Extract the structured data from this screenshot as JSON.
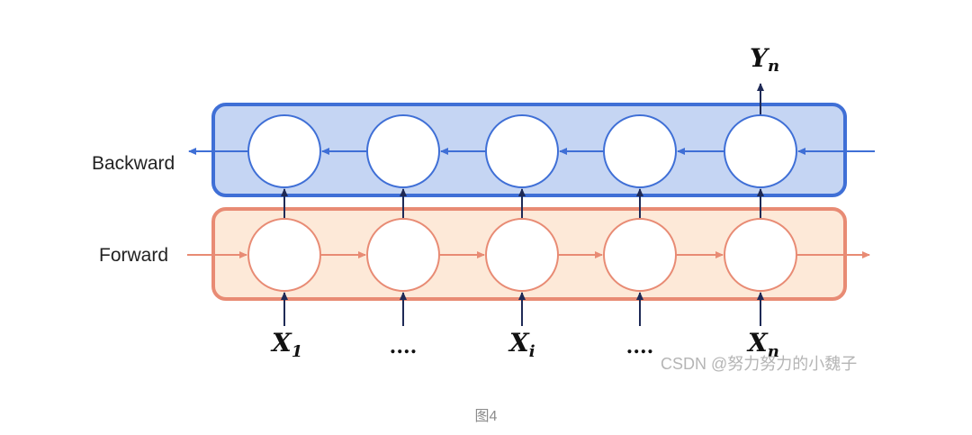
{
  "diagram": {
    "backward_label": "Backward",
    "forward_label": "Forward",
    "output": {
      "main": "Y",
      "sub": "n"
    },
    "inputs": [
      {
        "main": "X",
        "sub": "1"
      },
      {
        "main": "....",
        "sub": ""
      },
      {
        "main": "X",
        "sub": "i"
      },
      {
        "main": "....",
        "sub": ""
      },
      {
        "main": "X",
        "sub": "n"
      }
    ],
    "colors": {
      "backward_fill": "#c5d5f3",
      "backward_stroke": "#3f6fd6",
      "forward_fill": "#fde9d8",
      "forward_stroke": "#e88b74",
      "input_arrow": "#1f2a56",
      "node_fill": "#ffffff"
    }
  },
  "watermark": "CSDN @努力努力的小魏子",
  "caption": "图4"
}
